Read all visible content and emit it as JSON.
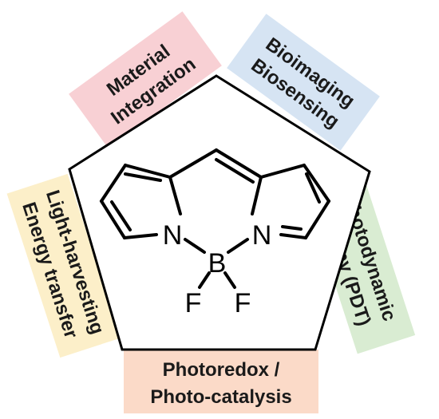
{
  "colors": {
    "material": "#f8d0d4",
    "bio": "#d6e4f3",
    "pdt": "#d9ecd2",
    "photoredox": "#fbdac8",
    "light": "#fcefc9",
    "outline": "#000000"
  },
  "sections": {
    "material": {
      "line1": "Material",
      "line2": "Integration"
    },
    "bio": {
      "line1": "Bioimaging",
      "line2": "Biosensing"
    },
    "pdt": {
      "line1": "Photodynamic",
      "line2": "therapy (PDT)"
    },
    "photoredox": {
      "line1": "Photoredox /",
      "line2": "Photo-catalysis"
    },
    "light": {
      "line1": "Light-harvesting",
      "line2": "Energy transfer"
    }
  },
  "molecule": {
    "atoms": {
      "n_left": "N",
      "n_right": "N",
      "boron": "B",
      "f_left": "F",
      "f_right": "F"
    }
  }
}
